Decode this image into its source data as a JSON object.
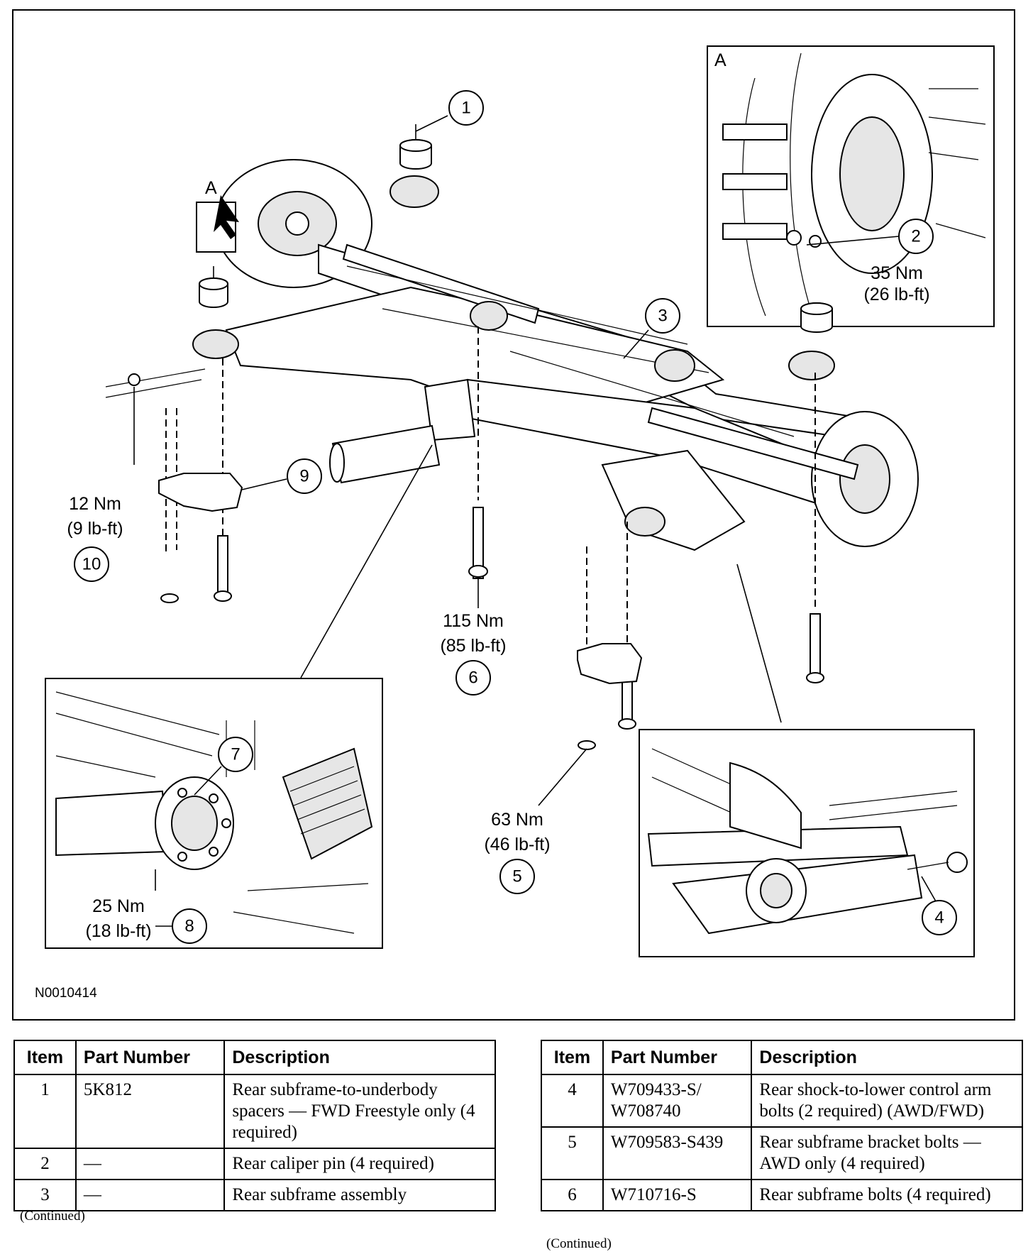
{
  "figure": {
    "id": "N0010414",
    "detail_a_label": "A",
    "arrow_label": "A",
    "callouts": {
      "c1": "1",
      "c2": "2",
      "c3": "3",
      "c4": "4",
      "c5": "5",
      "c6": "6",
      "c7": "7",
      "c8": "8",
      "c9": "9",
      "c10": "10"
    },
    "torques": {
      "t2": {
        "nm": "35 Nm",
        "lbft": "(26 lb-ft)"
      },
      "t5": {
        "nm": "63 Nm",
        "lbft": "(46 lb-ft)"
      },
      "t6": {
        "nm": "115 Nm",
        "lbft": "(85 lb-ft)"
      },
      "t8": {
        "nm": "25 Nm",
        "lbft": "(18 lb-ft)"
      },
      "t10": {
        "nm": "12 Nm",
        "lbft": "(9 lb-ft)"
      }
    }
  },
  "table_left": {
    "headers": {
      "item": "Item",
      "part": "Part Number",
      "desc": "Description"
    },
    "rows": [
      {
        "item": "1",
        "part": "5K812",
        "desc": "Rear subframe-to-underbody spacers — FWD Freestyle only (4 required)"
      },
      {
        "item": "2",
        "part": "—",
        "desc": "Rear caliper pin (4 required)"
      },
      {
        "item": "3",
        "part": "—",
        "desc": "Rear subframe assembly"
      }
    ],
    "continued": "(Continued)"
  },
  "table_right": {
    "headers": {
      "item": "Item",
      "part": "Part Number",
      "desc": "Description"
    },
    "rows": [
      {
        "item": "4",
        "part": "W709433-S/ W708740",
        "desc": "Rear shock-to-lower control arm bolts (2 required) (AWD/FWD)"
      },
      {
        "item": "5",
        "part": "W709583-S439",
        "desc": "Rear subframe bracket bolts — AWD only (4 required)"
      },
      {
        "item": "6",
        "part": "W710716-S",
        "desc": "Rear subframe bolts (4 required)"
      }
    ],
    "continued": "(Continued)"
  }
}
